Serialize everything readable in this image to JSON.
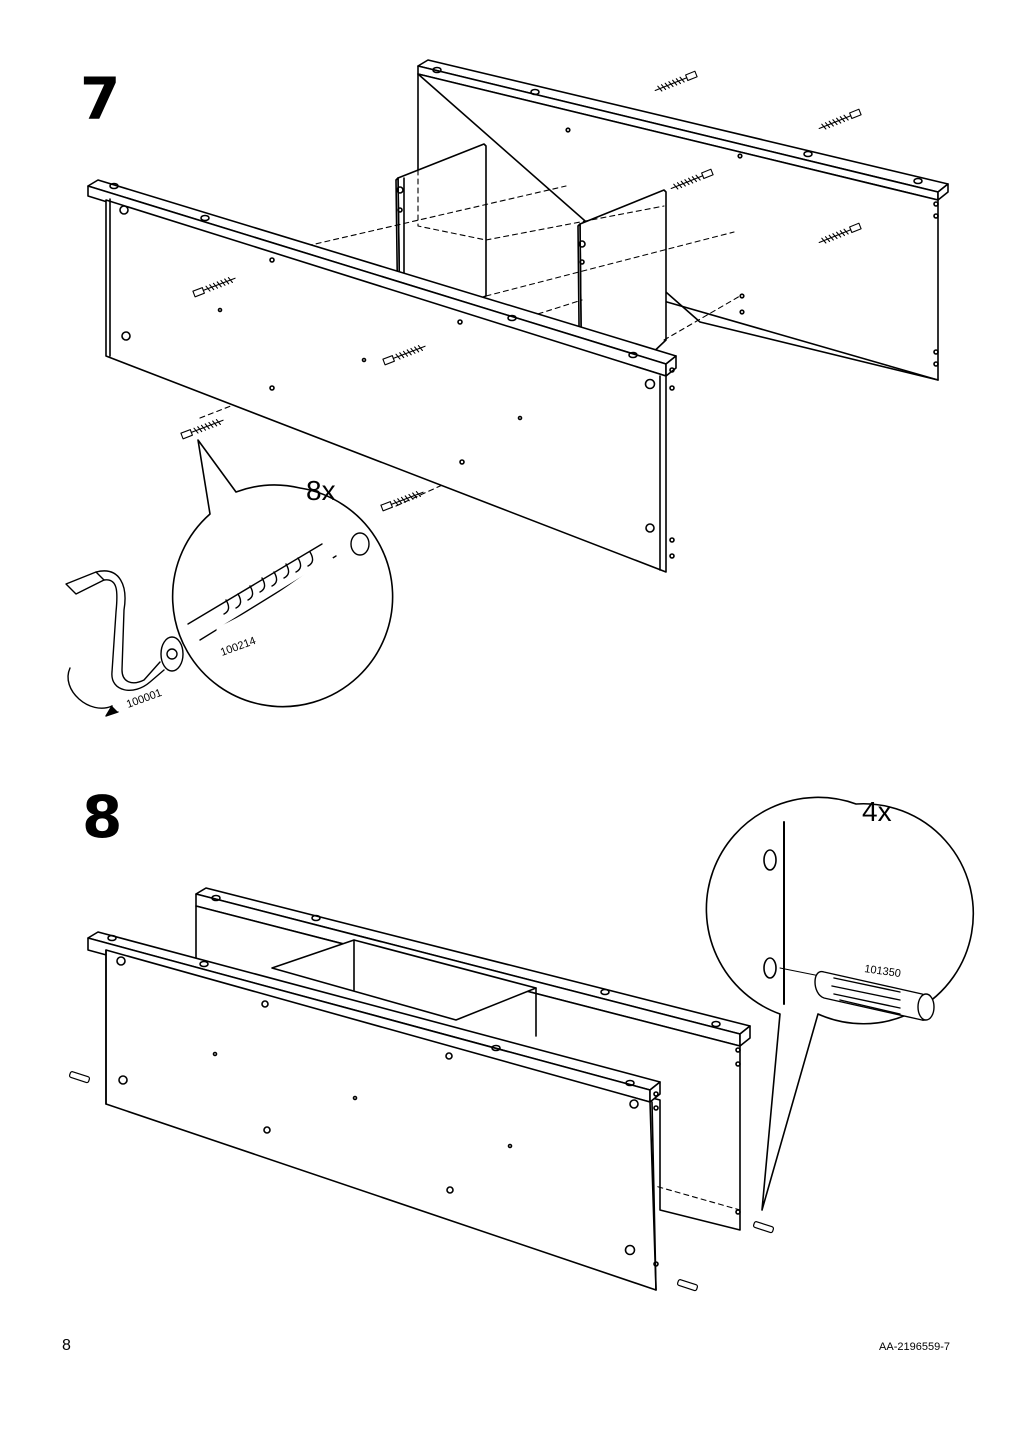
{
  "page": {
    "page_number": "8",
    "doc_code": "AA-2196559-7"
  },
  "step7": {
    "number": "7",
    "quantity": "8x",
    "tool_part": "100001",
    "screw_part": "100214"
  },
  "step8": {
    "number": "8",
    "quantity": "4x",
    "dowel_part": "101350"
  }
}
